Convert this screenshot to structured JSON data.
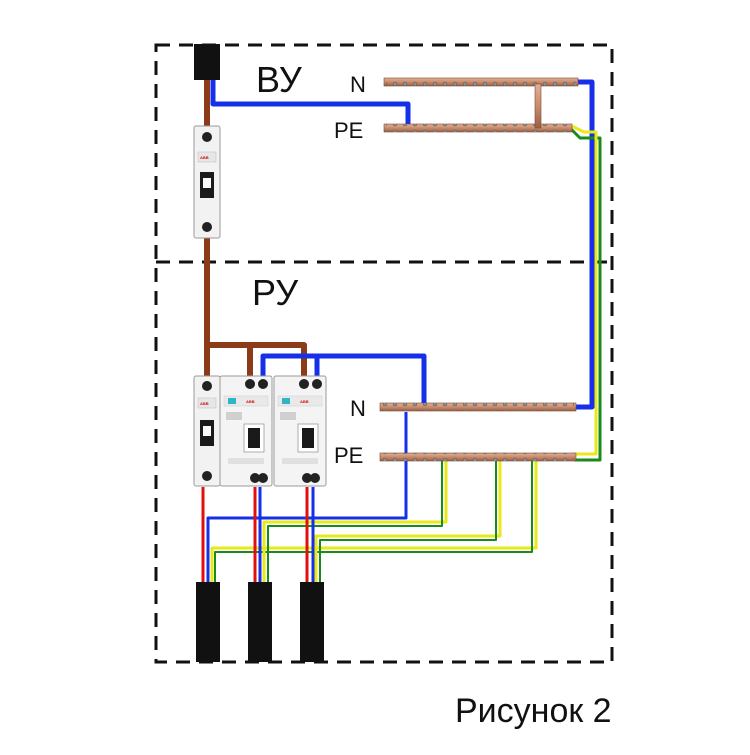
{
  "diagram": {
    "sections": {
      "upper": "ВУ",
      "lower": "РУ"
    },
    "busbars": {
      "upper_n": "N",
      "upper_pe": "PE",
      "lower_n": "N",
      "lower_pe": "PE"
    },
    "caption": "Рисунок 2",
    "device_brand": "ABB"
  },
  "colors": {
    "phase_brown": "#8b3a1a",
    "neutral_blue": "#1530e8",
    "phase_red": "#e01010",
    "earth_green": "#1a8a1a",
    "earth_yellow": "#e8e81a",
    "busbar_copper": "#c98b6b",
    "cable_black": "#111111",
    "frame_dash": "#111111"
  }
}
